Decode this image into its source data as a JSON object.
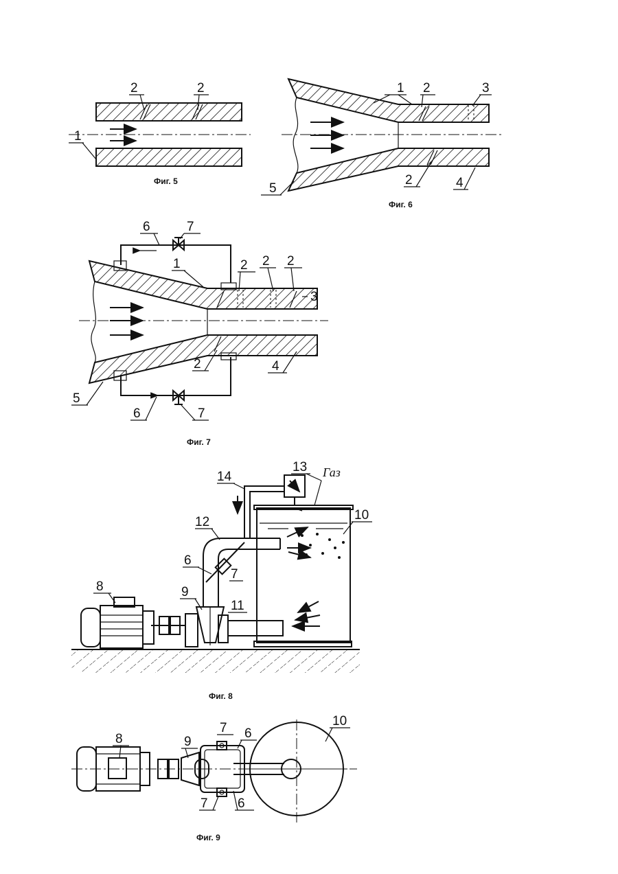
{
  "figures": [
    {
      "caption": "Фиг. 5",
      "labels": [
        "2",
        "2",
        "1"
      ]
    },
    {
      "caption": "Фиг. 6",
      "labels": [
        "1",
        "2",
        "3",
        "5",
        "2",
        "4"
      ]
    },
    {
      "caption": "Фиг. 7",
      "labels": [
        "6",
        "7",
        "1",
        "2",
        "2",
        "2",
        "3",
        "2",
        "4",
        "5",
        "6",
        "7"
      ]
    },
    {
      "caption": "Фиг. 8",
      "labels": [
        "13",
        "14",
        "12",
        "10",
        "6",
        "7",
        "8",
        "9",
        "11"
      ],
      "gas_label": "Газ"
    },
    {
      "caption": "Фиг. 9",
      "labels": [
        "8",
        "9",
        "7",
        "6",
        "10",
        "7",
        "6"
      ]
    }
  ]
}
